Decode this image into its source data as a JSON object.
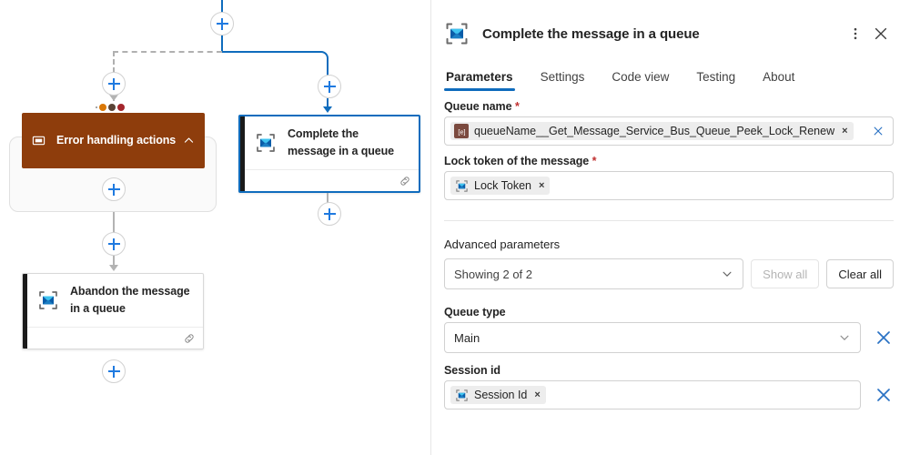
{
  "canvas": {
    "add_buttons": [
      {
        "name": "add-action-top"
      },
      {
        "name": "add-action-error-branch"
      },
      {
        "name": "add-action-complete-branch"
      },
      {
        "name": "add-action-inside-scope"
      },
      {
        "name": "add-action-after-scope"
      },
      {
        "name": "add-action-after-complete"
      },
      {
        "name": "add-action-after-abandon"
      }
    ],
    "scope": {
      "title": "Error handling actions",
      "header_color": "#8E3D0C",
      "icon": "scope-icon",
      "chevron": "chevron-up-icon",
      "status_dots": [
        "#d97706",
        "#5a4336",
        "#a4262c"
      ]
    },
    "nodes": [
      {
        "id": "complete-message",
        "title": "Complete the message in a queue",
        "icon": "service-bus-icon",
        "footer_icon": "link-icon",
        "selected": true
      },
      {
        "id": "abandon-message",
        "title": "Abandon the message in a queue",
        "icon": "service-bus-icon",
        "footer_icon": "link-icon",
        "selected": false
      }
    ],
    "edge_colors": {
      "active": "#0f6cbd",
      "inactive": "#b3b3b3"
    }
  },
  "panel": {
    "header": {
      "icon": "service-bus-icon",
      "title": "Complete the message in a queue",
      "more_icon": "more-vertical-icon",
      "close_icon": "close-icon"
    },
    "tabs": [
      {
        "label": "Parameters",
        "active": true
      },
      {
        "label": "Settings",
        "active": false
      },
      {
        "label": "Code view",
        "active": false
      },
      {
        "label": "Testing",
        "active": false
      },
      {
        "label": "About",
        "active": false
      }
    ],
    "fields": [
      {
        "key": "queue_name",
        "label": "Queue name",
        "required": true,
        "chip": {
          "text": "queueName__Get_Message_Service_Bus_Queue_Peek_Lock_Renew",
          "icon": "expression-token-icon",
          "icon_color": "#7B4A3F",
          "remove": "×"
        },
        "has_inline_clear": true
      },
      {
        "key": "lock_token",
        "label": "Lock token of the message",
        "required": true,
        "chip": {
          "text": "Lock Token",
          "icon": "service-bus-token-icon",
          "icon_color": "#bfbfbf",
          "remove": "×"
        },
        "has_inline_clear": false
      }
    ],
    "advanced": {
      "title": "Advanced parameters",
      "select_value": "Showing 2 of 2",
      "chevron": "chevron-down-icon",
      "show_all_label": "Show all",
      "show_all_disabled": true,
      "clear_all_label": "Clear all"
    },
    "advanced_fields": [
      {
        "key": "queue_type",
        "label": "Queue type",
        "type": "select",
        "value": "Main",
        "chevron": "chevron-down-icon",
        "clear_icon": "close-icon"
      },
      {
        "key": "session_id",
        "label": "Session id",
        "type": "token",
        "chip": {
          "text": "Session Id",
          "icon": "service-bus-token-icon",
          "icon_color": "#bfbfbf",
          "remove": "×"
        },
        "clear_icon": "close-icon"
      }
    ],
    "accent_color": "#0f6cbd"
  }
}
